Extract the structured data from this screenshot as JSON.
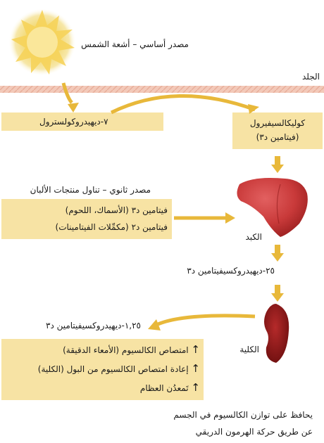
{
  "sun_label": "مصدر أساسي – أشعة الشمس",
  "skin_label": "الجلد",
  "dehydro_label": "٧-ديهيدروكولسترول",
  "cholecalciferol": {
    "line1": "كوليكالسيفيرول",
    "line2": "(فيتامين د٣)"
  },
  "secondary_source_label": "مصدر ثانوي – تناول منتجات الألبان",
  "dietary_box": {
    "line1": "فيتامين د٣ (الأسماك، اللحوم)",
    "line2": "فيتامين د٢ (مكمِّلات الفيتامينات)"
  },
  "liver_label": "الكبد",
  "calcidiol_label": "٢٥-ديهيدروكسيفيتامين د٣",
  "calcitriol_label": "١,٢٥-ديهيدروكسيفيتامين د٣",
  "kidney_label": "الكلية",
  "effects_box": {
    "items": [
      "امتصاص الكالسيوم (الأمعاء الدقيقة)",
      "إعادة امتصاص الكالسيوم من البول (الكلية)",
      "تَمعدُن العظام"
    ],
    "arrow_glyph": "↑"
  },
  "footer": {
    "line1": "يحافظ على توازن الكالسيوم في الجسم",
    "line2": "عن طريق حركة الهرمون الدريقي"
  },
  "colors": {
    "box_fill": "#f7e3a4",
    "arrow": "#e8b83a",
    "skin": "#f3c9b9",
    "liver": "#c93a3a",
    "kidney": "#8e1616",
    "sun": "#f2d76a"
  }
}
